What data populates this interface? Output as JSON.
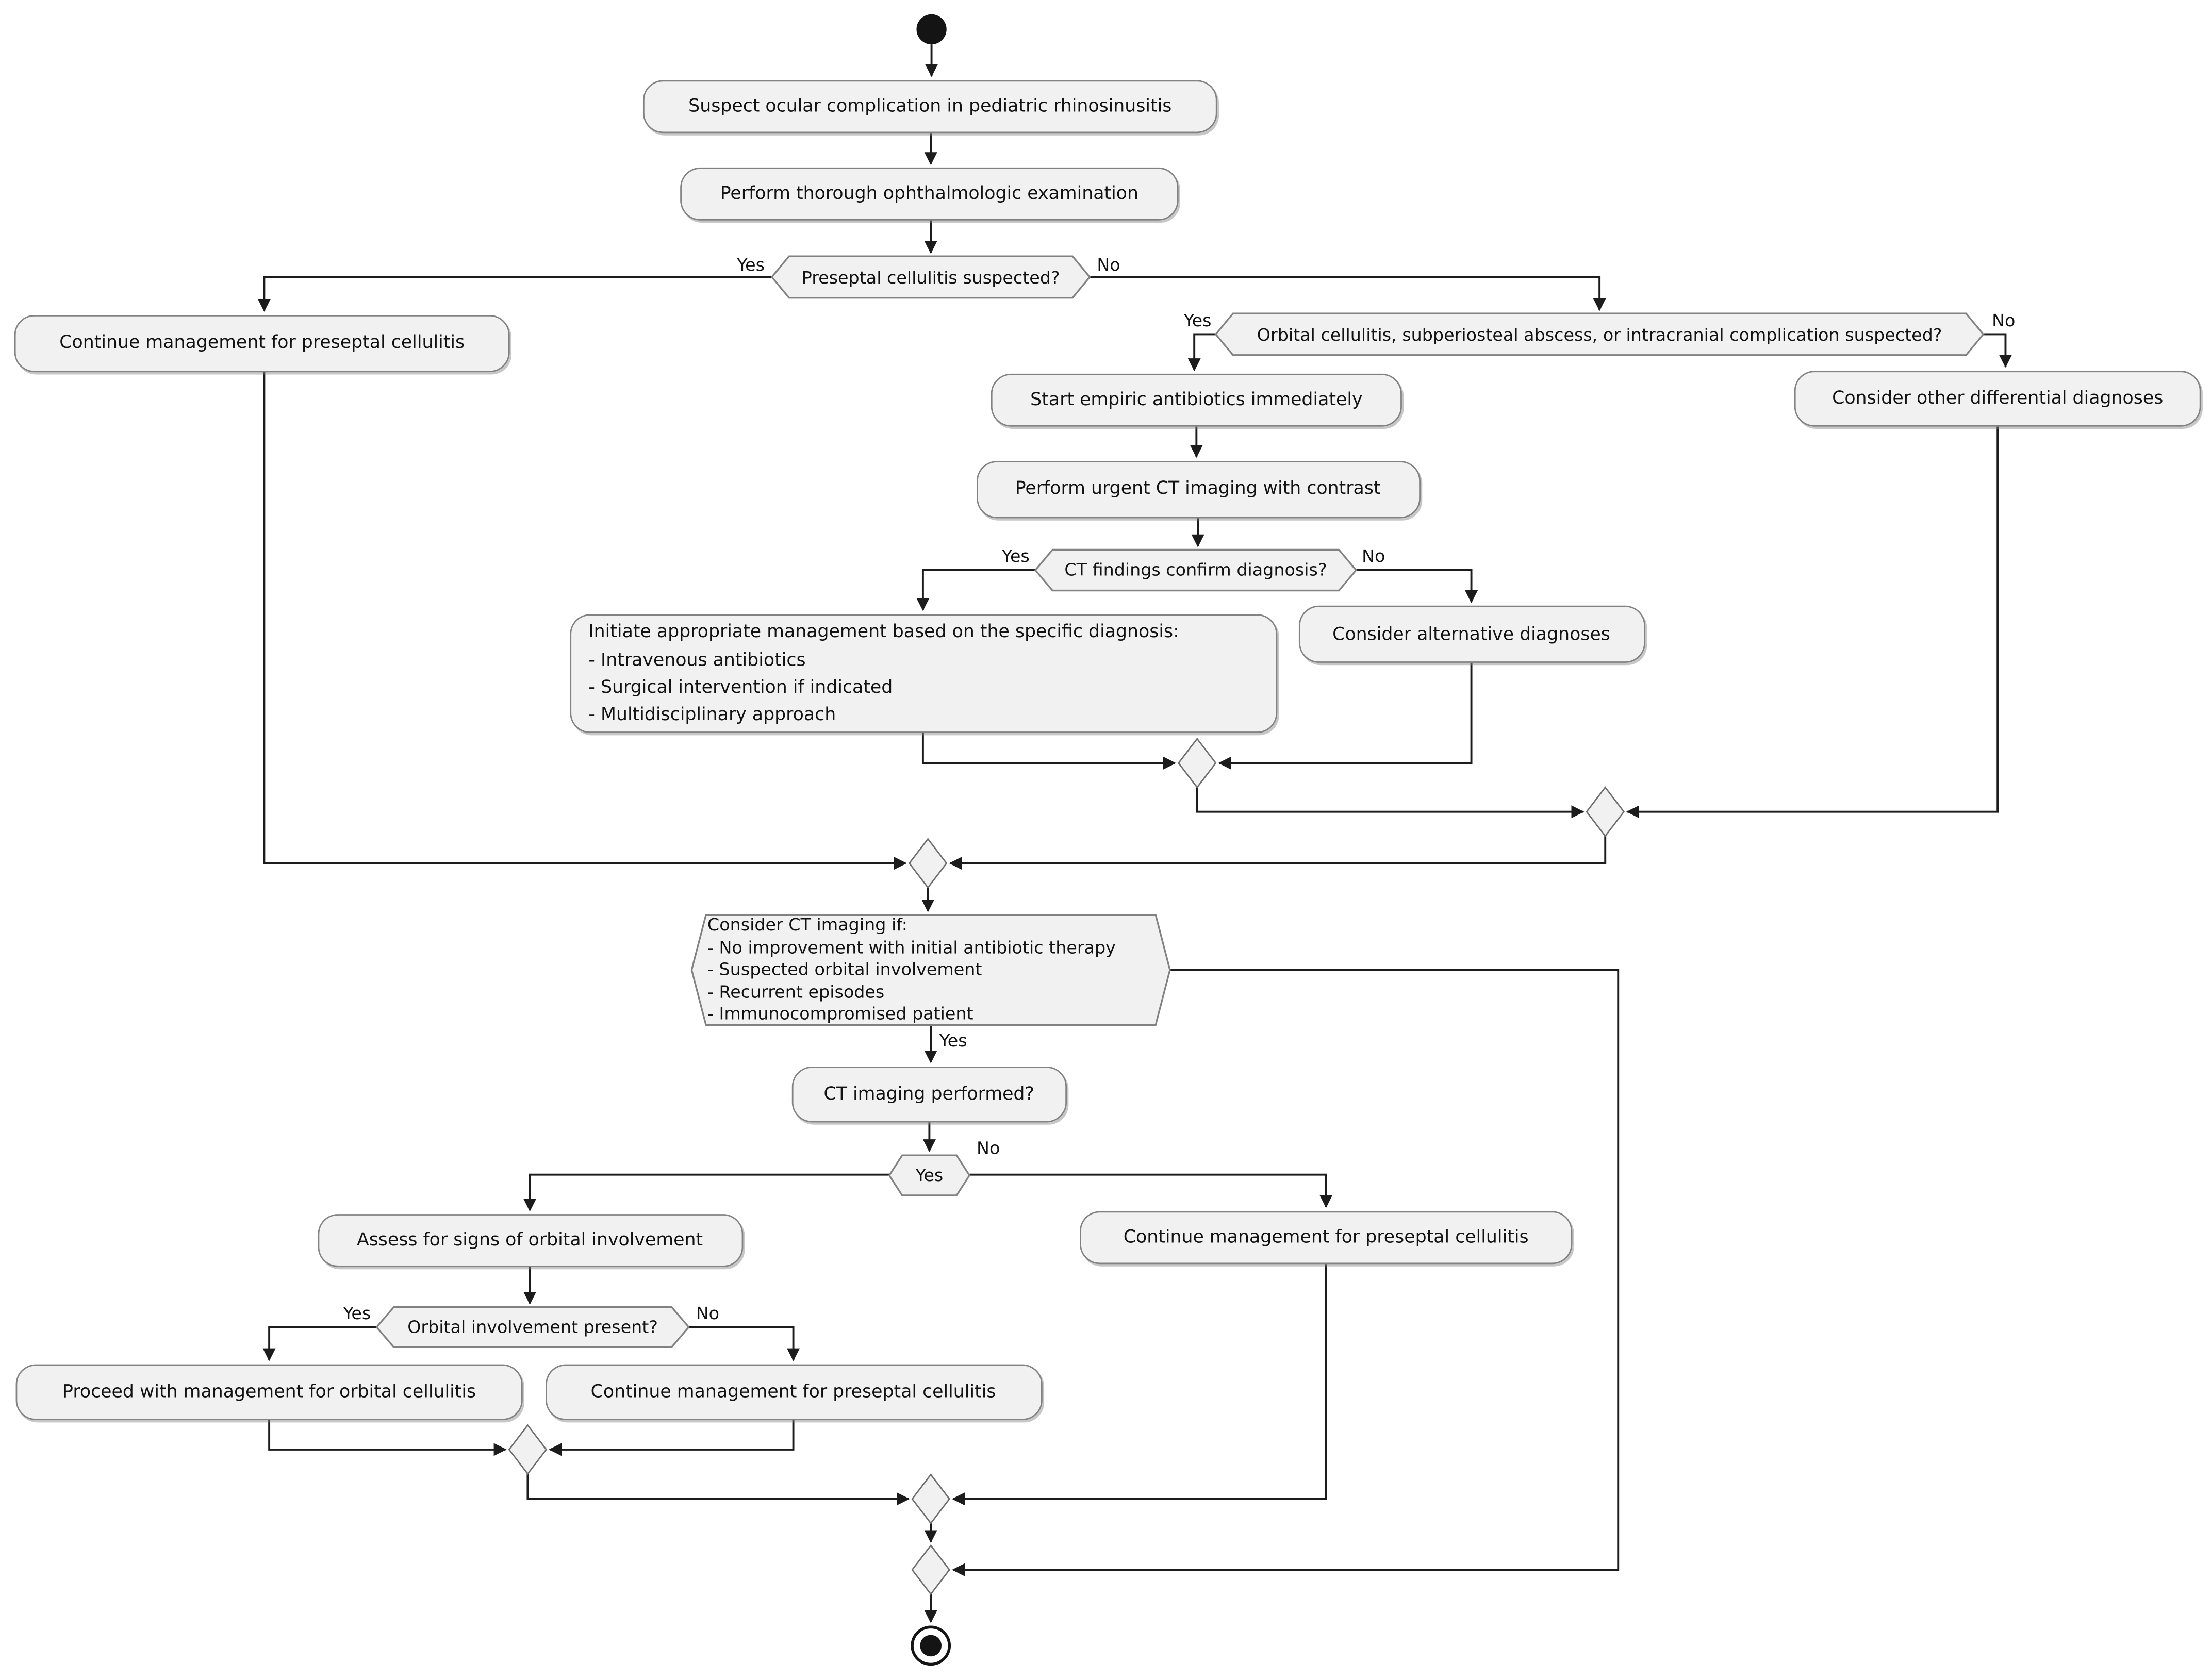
{
  "colors": {
    "node_fill": "#f1f1f1",
    "node_border": "#828282",
    "line": "#1c1c1c",
    "text": "#121212"
  },
  "edge_labels": {
    "yes": "Yes",
    "no": "No"
  },
  "nodes": {
    "suspect": {
      "label": "Suspect ocular complication in pediatric rhinosinusitis"
    },
    "perform_exam": {
      "label": "Perform thorough ophthalmologic examination"
    },
    "dec_preseptal": {
      "label": "Preseptal cellulitis suspected?"
    },
    "continue_preseptal_left": {
      "label": "Continue management for preseptal cellulitis"
    },
    "dec_orbital": {
      "label": "Orbital cellulitis, subperiosteal abscess, or intracranial complication suspected?"
    },
    "start_antibiotics": {
      "label": "Start empiric antibiotics immediately"
    },
    "other_differential": {
      "label": "Consider other differential diagnoses"
    },
    "urgent_ct": {
      "label": "Perform urgent CT imaging with contrast"
    },
    "dec_ct_findings": {
      "label": "CT findings confirm diagnosis?"
    },
    "initiate_management": {
      "label": "Initiate appropriate management based on the specific diagnosis:\n- Intravenous antibiotics\n- Surgical intervention if indicated\n- Multidisciplinary approach"
    },
    "alternative_diagnoses": {
      "label": "Consider alternative diagnoses"
    },
    "dec_consider_ct": {
      "label": "Consider CT imaging if:\n- No improvement with initial antibiotic therapy\n- Suspected orbital involvement\n- Recurrent episodes\n- Immunocompromised patient"
    },
    "ct_performed": {
      "label": "CT imaging performed?"
    },
    "dec_ct_done": {
      "label": "Yes"
    },
    "assess_orbital": {
      "label": "Assess for signs of orbital involvement"
    },
    "continue_preseptal_mid": {
      "label": "Continue management for preseptal cellulitis"
    },
    "dec_orbital_involvement": {
      "label": "Orbital involvement present?"
    },
    "proceed_orbital": {
      "label": "Proceed with management for orbital cellulitis"
    },
    "continue_preseptal_bottom": {
      "label": "Continue management for preseptal cellulitis"
    }
  }
}
